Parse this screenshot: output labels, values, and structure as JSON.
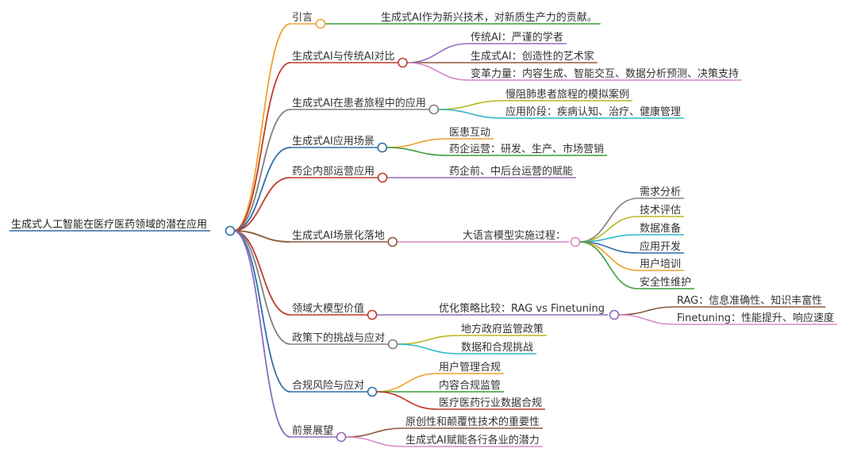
{
  "mindmap": {
    "root": {
      "label": "生成式人工智能在医疗医药领域的潜在应用",
      "color": "#2f6fa8"
    },
    "branches": [
      {
        "label": "引言",
        "color": "#f0a030",
        "children": [
          {
            "label": "生成式AI作为新兴技术，对新质生产力的贡献。",
            "color": "#3a9d3a"
          }
        ]
      },
      {
        "label": "生成式AI与传统AI对比",
        "color": "#c0392b",
        "children": [
          {
            "label": "传统AI：严谨的学者",
            "color": "#8e6bbf"
          },
          {
            "label": "生成式AI：创造性的艺术家",
            "color": "#8b5a3c"
          },
          {
            "label": "变革力量：内容生成、智能交互、数据分析预测、决策支持",
            "color": "#d988c8"
          }
        ]
      },
      {
        "label": "生成式AI在患者旅程中的应用",
        "color": "#808080",
        "children": [
          {
            "label": "慢阻肺患者旅程的模拟案例",
            "color": "#b8b820"
          },
          {
            "label": "应用阶段：疾病认知、治疗、健康管理",
            "color": "#30b8c8"
          }
        ]
      },
      {
        "label": "生成式AI应用场景",
        "color": "#2f6fa8",
        "children": [
          {
            "label": "医患互动",
            "color": "#f0a030"
          },
          {
            "label": "药企运营：研发、生产、市场营销",
            "color": "#3a9d3a"
          }
        ]
      },
      {
        "label": "药企内部运营应用",
        "color": "#c0392b",
        "children": [
          {
            "label": "药企前、中后台运营的赋能",
            "color": "#8e6bbf"
          }
        ]
      },
      {
        "label": "生成式AI场景化落地",
        "color": "#8b5a3c",
        "children": [
          {
            "label": "大语言模型实施过程：",
            "color": "#d988c8",
            "children": [
              {
                "label": "需求分析",
                "color": "#808080"
              },
              {
                "label": "技术评估",
                "color": "#b8b820"
              },
              {
                "label": "数据准备",
                "color": "#30b8c8"
              },
              {
                "label": "应用开发",
                "color": "#2f6fa8"
              },
              {
                "label": "用户培训",
                "color": "#f0a030"
              },
              {
                "label": "安全性维护",
                "color": "#3a9d3a"
              }
            ]
          }
        ]
      },
      {
        "label": "领域大模型价值",
        "color": "#c0392b",
        "children": [
          {
            "label": "优化策略比较：RAG vs Finetuning",
            "color": "#8e6bbf",
            "children": [
              {
                "label": "RAG：信息准确性、知识丰富性",
                "color": "#8b5a3c"
              },
              {
                "label": "Finetuning：性能提升、响应速度",
                "color": "#d988c8"
              }
            ]
          }
        ]
      },
      {
        "label": "政策下的挑战与应对",
        "color": "#808080",
        "children": [
          {
            "label": "地方政府监管政策",
            "color": "#b8b820"
          },
          {
            "label": "数据和合规挑战",
            "color": "#30b8c8"
          }
        ]
      },
      {
        "label": "合规风险与应对",
        "color": "#2f6fa8",
        "children": [
          {
            "label": "用户管理合规",
            "color": "#f0a030"
          },
          {
            "label": "内容合规监管",
            "color": "#3a9d3a"
          },
          {
            "label": "医疗医药行业数据合规",
            "color": "#c0392b"
          }
        ]
      },
      {
        "label": "前景展望",
        "color": "#8e6bbf",
        "children": [
          {
            "label": "原创性和颠覆性技术的重要性",
            "color": "#8b5a3c"
          },
          {
            "label": "生成式AI赋能各行各业的潜力",
            "color": "#d988c8"
          }
        ]
      }
    ]
  }
}
